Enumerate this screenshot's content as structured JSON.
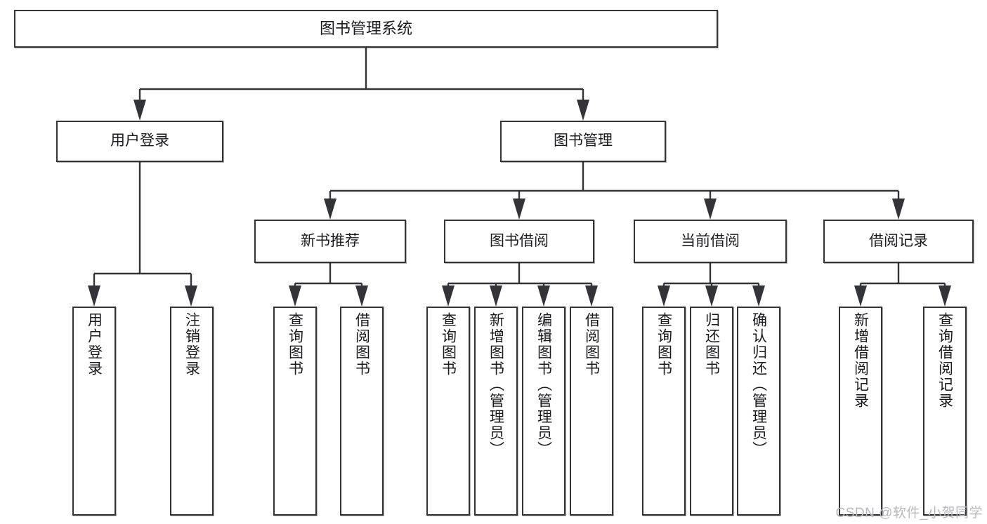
{
  "diagram": {
    "title": "图书管理系统",
    "type": "tree-hierarchy",
    "watermark": "CSDN @软件_小贺同学",
    "colors": {
      "stroke": "#33333a",
      "fill": "#ffffff",
      "text": "#1b1b1f",
      "watermark": "#b9b9bd"
    },
    "root": {
      "id": "root",
      "label": "图书管理系统"
    },
    "level1": [
      {
        "id": "user-login",
        "label": "用户登录"
      },
      {
        "id": "book-manage",
        "label": "图书管理"
      }
    ],
    "level2": [
      {
        "id": "new-book-recommend",
        "label": "新书推荐",
        "parent": "book-manage"
      },
      {
        "id": "book-borrow",
        "label": "图书借阅",
        "parent": "book-manage"
      },
      {
        "id": "current-borrow",
        "label": "当前借阅",
        "parent": "book-manage"
      },
      {
        "id": "borrow-record",
        "label": "借阅记录",
        "parent": "book-manage"
      }
    ],
    "leaves": [
      {
        "id": "leaf-user-login",
        "label": "用户登录",
        "parent": "user-login"
      },
      {
        "id": "leaf-user-logout",
        "label": "注销登录",
        "parent": "user-login"
      },
      {
        "id": "leaf-query-book-1",
        "label": "查询图书",
        "parent": "new-book-recommend"
      },
      {
        "id": "leaf-borrow-book-1",
        "label": "借阅图书",
        "parent": "new-book-recommend"
      },
      {
        "id": "leaf-query-book-2",
        "label": "查询图书",
        "parent": "book-borrow"
      },
      {
        "id": "leaf-add-book",
        "label": "新增图书（管理员）",
        "parent": "book-borrow"
      },
      {
        "id": "leaf-edit-book",
        "label": "编辑图书（管理员）",
        "parent": "book-borrow"
      },
      {
        "id": "leaf-borrow-book-2",
        "label": "借阅图书",
        "parent": "book-borrow"
      },
      {
        "id": "leaf-query-book-3",
        "label": "查询图书",
        "parent": "current-borrow"
      },
      {
        "id": "leaf-return-book",
        "label": "归还图书",
        "parent": "current-borrow"
      },
      {
        "id": "leaf-confirm-return",
        "label": "确认归还（管理员）",
        "parent": "current-borrow"
      },
      {
        "id": "leaf-add-record",
        "label": "新增借阅记录",
        "parent": "borrow-record"
      },
      {
        "id": "leaf-query-record",
        "label": "查询借阅记录",
        "parent": "borrow-record"
      }
    ]
  }
}
